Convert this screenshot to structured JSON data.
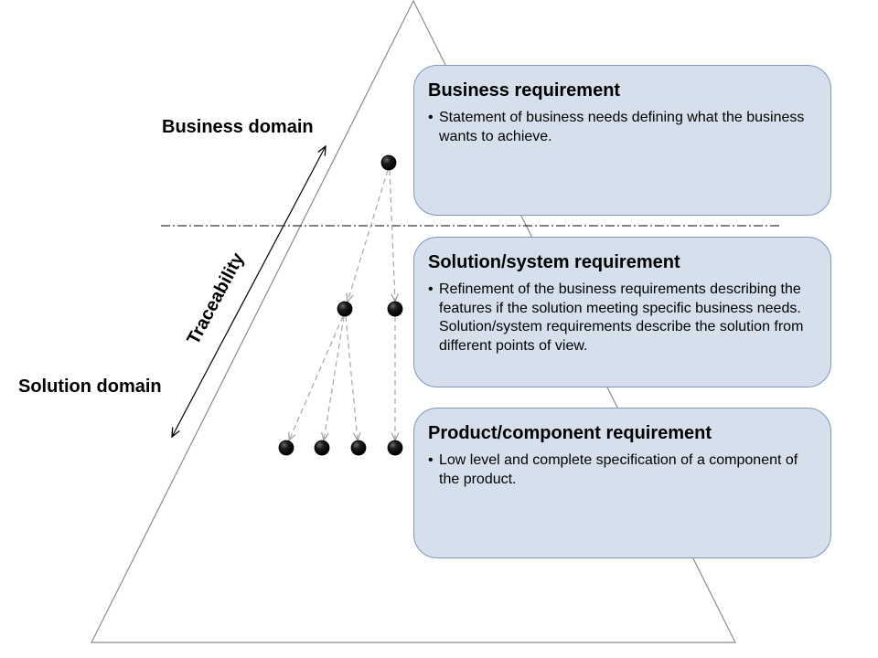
{
  "labels": {
    "business_domain": "Business domain",
    "solution_domain": "Solution domain",
    "traceability": "Traceability"
  },
  "requirements": [
    {
      "title": "Business requirement",
      "description": "Statement of business needs defining what the business wants to achieve."
    },
    {
      "title": "Solution/system requirement",
      "description": "Refinement of the business requirements describing the features if the solution meeting specific business needs. Solution/system requirements describe the solution from different points of view."
    },
    {
      "title": "Product/component requirement",
      "description": "Low level and complete specification of a component of the product."
    }
  ],
  "colors": {
    "box_fill": "#d6dfec",
    "box_border": "#7d97bd",
    "dashed_arrow": "#a6a6a6",
    "node": "#000000"
  }
}
